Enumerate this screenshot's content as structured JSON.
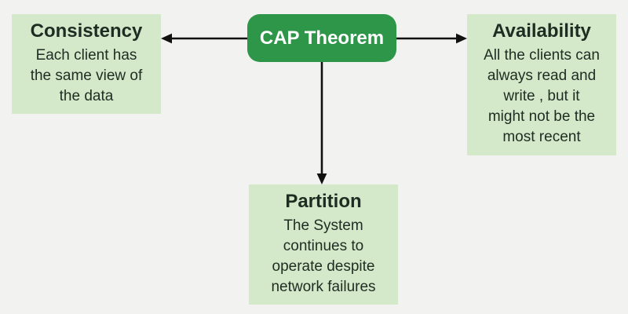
{
  "diagram": {
    "title": "CAP Theorem diagram",
    "center": {
      "label": "CAP Theorem"
    },
    "nodes": [
      {
        "id": "consistency",
        "title": "Consistency",
        "description": "Each client has\nthe same view of\nthe data"
      },
      {
        "id": "availability",
        "title": "Availability",
        "description": "All the clients can\nalways read and\nwrite , but it\nmight not be the\nmost recent"
      },
      {
        "id": "partition",
        "title": "Partition",
        "description": "The System\ncontinues to\noperate despite\nnetwork failures"
      }
    ],
    "colors": {
      "background": "#f2f3f1",
      "center_bg": "#2d9648",
      "center_text": "#ffffff",
      "node_bg": "#d4e8ca",
      "node_text": "#1e2d22",
      "arrow": "#111111"
    }
  }
}
